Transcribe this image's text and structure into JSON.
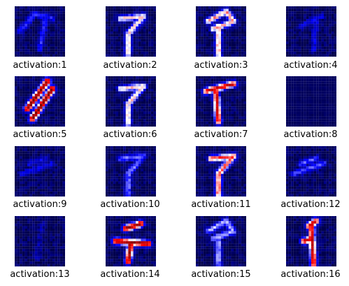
{
  "chart_data": {
    "type": "heatmap",
    "colormap": "seismic",
    "layout": {
      "rows": 4,
      "cols": 4
    },
    "axes_visible": false,
    "grid": false,
    "value_range": [
      -1,
      1
    ],
    "panels": [
      {
        "label": "activation:1",
        "intensity": 0.25,
        "shape": "curved-stroke"
      },
      {
        "label": "activation:2",
        "intensity": 0.55,
        "shape": "digit-seven"
      },
      {
        "label": "activation:3",
        "intensity": 0.6,
        "shape": "loop-top"
      },
      {
        "label": "activation:4",
        "intensity": 0.2,
        "shape": "faint-stroke"
      },
      {
        "label": "activation:5",
        "intensity": 1.0,
        "shape": "hot-diagonal"
      },
      {
        "label": "activation:6",
        "intensity": 0.55,
        "shape": "digit-seven"
      },
      {
        "label": "activation:7",
        "intensity": 0.85,
        "shape": "hot-top"
      },
      {
        "label": "activation:8",
        "intensity": 0.0,
        "shape": "empty"
      },
      {
        "label": "activation:9",
        "intensity": 0.2,
        "shape": "faint-horizontal"
      },
      {
        "label": "activation:10",
        "intensity": 0.35,
        "shape": "digit-seven"
      },
      {
        "label": "activation:11",
        "intensity": 0.7,
        "shape": "digit-seven"
      },
      {
        "label": "activation:12",
        "intensity": 0.3,
        "shape": "faint-horizontal"
      },
      {
        "label": "activation:13",
        "intensity": 0.1,
        "shape": "faint-vertical"
      },
      {
        "label": "activation:14",
        "intensity": 0.95,
        "shape": "hot-middle"
      },
      {
        "label": "activation:15",
        "intensity": 0.4,
        "shape": "loop-top"
      },
      {
        "label": "activation:16",
        "intensity": 0.85,
        "shape": "hot-vertical"
      }
    ]
  }
}
